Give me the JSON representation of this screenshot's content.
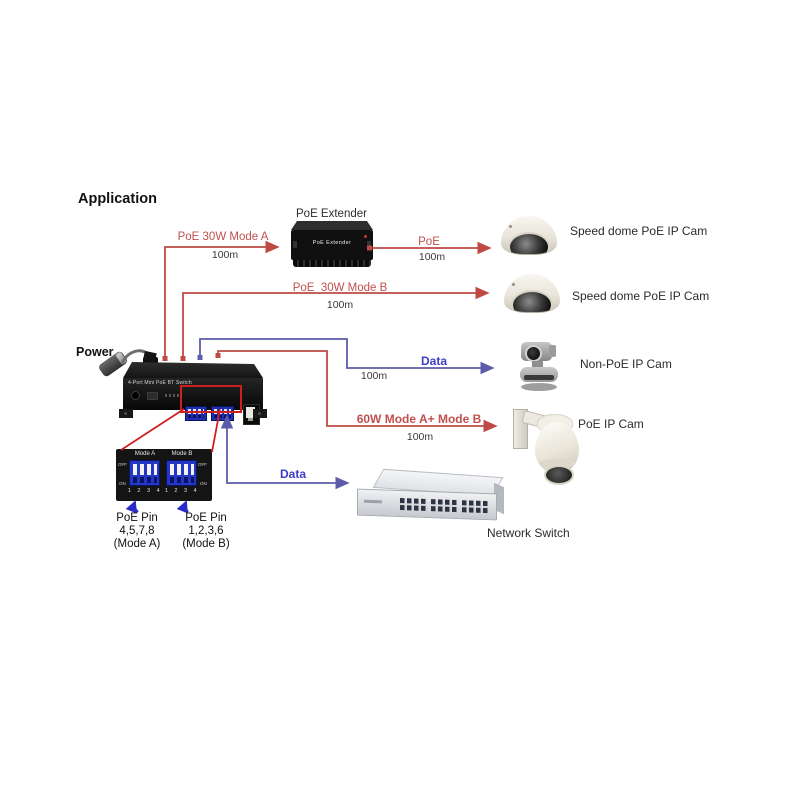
{
  "title": "Application",
  "power_label": "Power",
  "colors": {
    "red_line": "#bf4a44",
    "red_text": "#c0504d",
    "highlight_red": "#cf2020",
    "blue_line": "#5c5caa",
    "blue_text": "#3d3dc6"
  },
  "poe_switch": {
    "front_text": "4-Port Mini PoE BT Switch"
  },
  "poe_extender": {
    "caption": "PoE Extender",
    "body_text": "PoE Extender"
  },
  "network_switch": {
    "caption": "Network Switch"
  },
  "cameras": {
    "dome1": "Speed dome PoE IP Cam",
    "dome2": "Speed dome PoE IP Cam",
    "nonpoe": "Non-PoE IP Cam",
    "poecam": "PoE IP Cam"
  },
  "links": {
    "mode_a": {
      "label": "PoE 30W Mode A",
      "distance": "100m"
    },
    "mode_b": {
      "label": "PoE  30W Mode B",
      "distance": "100m"
    },
    "extender_poe": {
      "label": "PoE",
      "distance": "100m"
    },
    "data_cam": {
      "label": "Data",
      "distance": "100m"
    },
    "mode_ab": {
      "label": "60W Mode A+ Mode B",
      "distance": "100m"
    },
    "data_switch": {
      "label": "Data"
    }
  },
  "dip": {
    "mode_a_title": "Mode A",
    "mode_b_title": "Mode B",
    "numbers": "1 2 3 4",
    "off": "OFF",
    "on": "ON",
    "pin_a": "PoE Pin\n4,5,7,8\n(Mode A)",
    "pin_b": "PoE Pin\n1,2,3,6\n(Mode B)"
  }
}
